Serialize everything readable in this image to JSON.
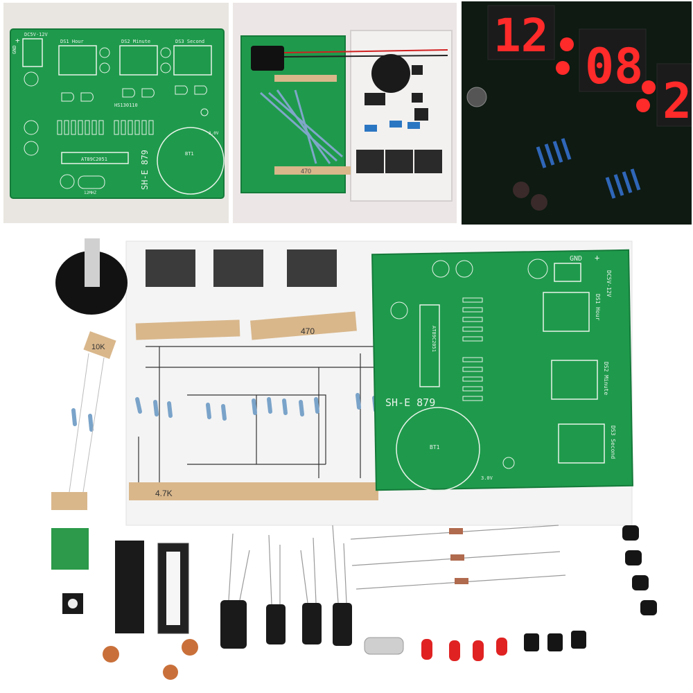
{
  "board": {
    "model": "SH-E 879",
    "chip_label": "AT89C2051",
    "batch_label": "HS130110",
    "power_label": "DC5V-12V",
    "gnd_label": "GND",
    "plus_label": "+",
    "battery_label": "BT1",
    "battery_voltage": "3.0V",
    "crystal_label": "12MHZ",
    "display_labels": [
      "DS1 Hour",
      "DS2 Minute",
      "DS3 Second"
    ]
  },
  "clock_display": {
    "hours": "12",
    "minutes": "08",
    "seconds": "2"
  },
  "bag_note": "470",
  "tape_labels": [
    "10K",
    "470",
    "4.7K"
  ],
  "colors": {
    "pcb_green": "#1f9a4c",
    "pcb_silk": "#e8f3ea",
    "led_red": "#ff2a2a",
    "tape": "#d9b78b"
  }
}
